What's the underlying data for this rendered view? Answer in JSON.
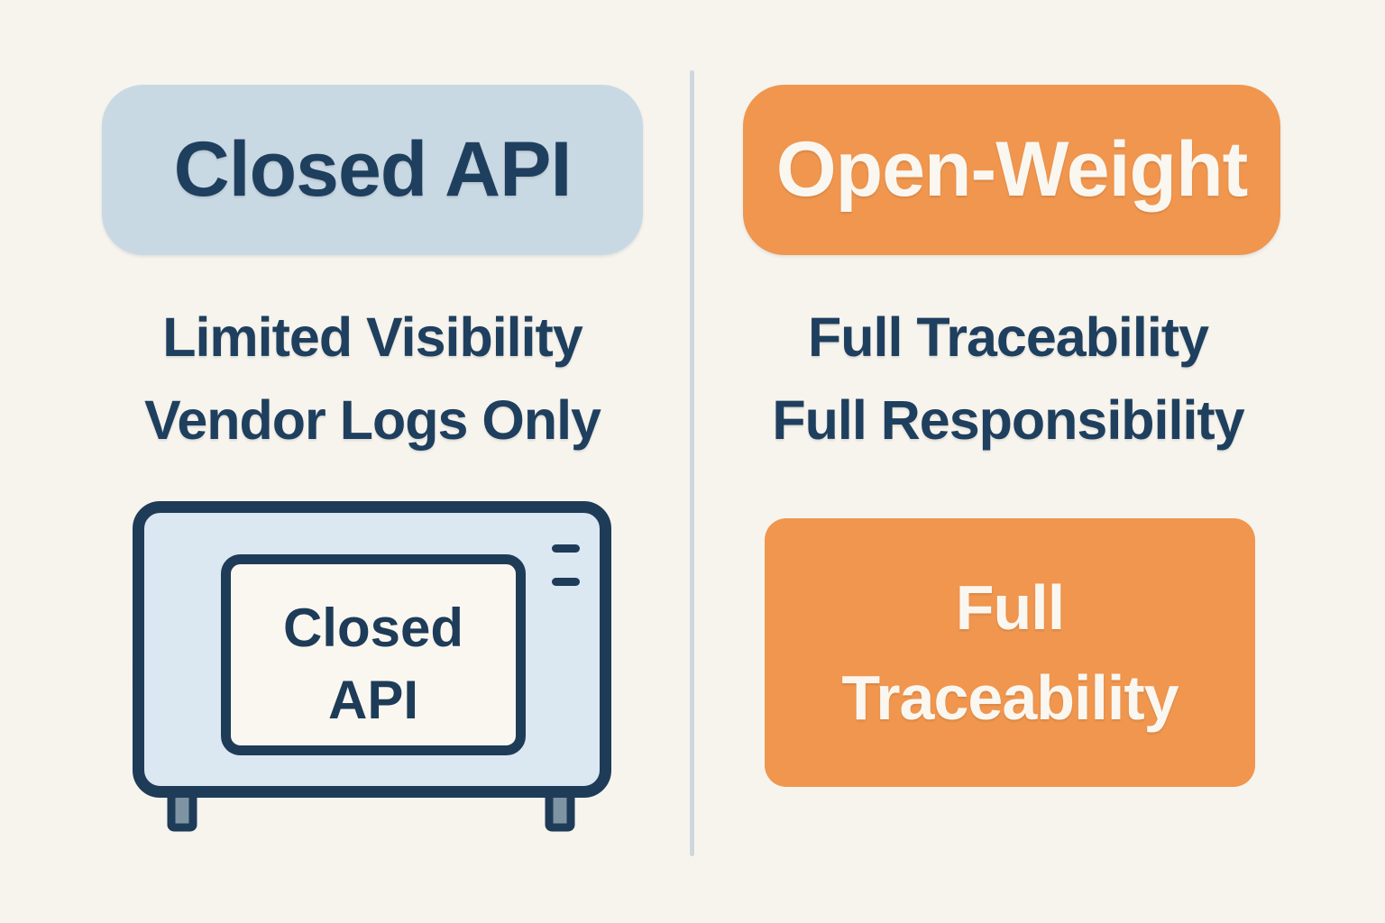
{
  "page": {
    "background_color": "#f7f4ee",
    "divider_color": "#cdd7de",
    "navy_color": "#1f3f5e",
    "orange_color": "#f0964e",
    "lightblue_color": "#c9d9e4",
    "offwhite_color": "#faf7f1",
    "device_body_color": "#dbe7f1",
    "device_foot_color": "#7e94a2"
  },
  "left_column": {
    "header_label": "Closed API",
    "subtitle_line1": "Limited Visibility",
    "subtitle_line2": "Vendor Logs Only",
    "device_screen_line1": "Closed",
    "device_screen_line2": "API"
  },
  "right_column": {
    "header_label": "Open-Weight",
    "subtitle_line1": "Full Traceability",
    "subtitle_line2": "Full Responsibility",
    "badge_line1": "Full",
    "badge_line2": "Traceability"
  }
}
